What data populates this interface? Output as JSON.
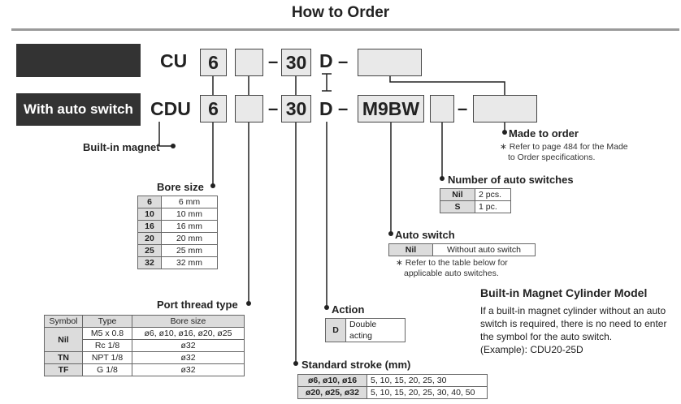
{
  "title": "How to Order",
  "row1": {
    "prefix": "CU",
    "bore": "6",
    "stroke": "30",
    "action": "D"
  },
  "row2": {
    "label": "With auto switch",
    "prefix": "CDU",
    "bore": "6",
    "stroke": "30",
    "action": "D",
    "switch": "M9BW"
  },
  "dash": "–",
  "built_in_magnet": "Built-in magnet",
  "made_to_order": {
    "label": "Made to order",
    "note_line1": "∗ Refer to page 484 for the Made",
    "note_line2": "to Order specifications."
  },
  "num_switches": {
    "label": "Number of auto switches",
    "rows": [
      {
        "code": "Nil",
        "desc": "2 pcs."
      },
      {
        "code": "S",
        "desc": "1 pc."
      }
    ]
  },
  "auto_switch": {
    "label": "Auto switch",
    "rows": [
      {
        "code": "Nil",
        "desc": "Without auto switch"
      }
    ],
    "note_line1": "∗ Refer to the table below for",
    "note_line2": "applicable auto switches."
  },
  "bore_size": {
    "label": "Bore size",
    "rows": [
      {
        "code": "6",
        "desc": "6 mm"
      },
      {
        "code": "10",
        "desc": "10 mm"
      },
      {
        "code": "16",
        "desc": "16 mm"
      },
      {
        "code": "20",
        "desc": "20 mm"
      },
      {
        "code": "25",
        "desc": "25 mm"
      },
      {
        "code": "32",
        "desc": "32 mm"
      }
    ]
  },
  "port_thread": {
    "label": "Port thread type",
    "headers": [
      "Symbol",
      "Type",
      "Bore size"
    ],
    "rows": [
      {
        "symbol": "Nil",
        "type": "M5 x 0.8",
        "bore": "ø6, ø10, ø16, ø20, ø25"
      },
      {
        "symbol": "",
        "type": "Rc 1/8",
        "bore": "ø32"
      },
      {
        "symbol": "TN",
        "type": "NPT 1/8",
        "bore": "ø32"
      },
      {
        "symbol": "TF",
        "type": "G 1/8",
        "bore": "ø32"
      }
    ]
  },
  "action": {
    "label": "Action",
    "rows": [
      {
        "code": "D",
        "desc": "Double acting"
      }
    ]
  },
  "stroke": {
    "label": "Standard stroke (mm)",
    "rows": [
      {
        "code": "ø6, ø10, ø16",
        "desc": "5, 10, 15, 20, 25, 30"
      },
      {
        "code": "ø20, ø25, ø32",
        "desc": "5, 10, 15, 20, 25, 30, 40, 50"
      }
    ]
  },
  "bim": {
    "title": "Built-in Magnet Cylinder Model",
    "line1": "If a built-in magnet cylinder without an auto",
    "line2": "switch is required, there is no need to enter",
    "line3": "the symbol for the auto switch.",
    "line4": "(Example): CDU20-25D"
  }
}
